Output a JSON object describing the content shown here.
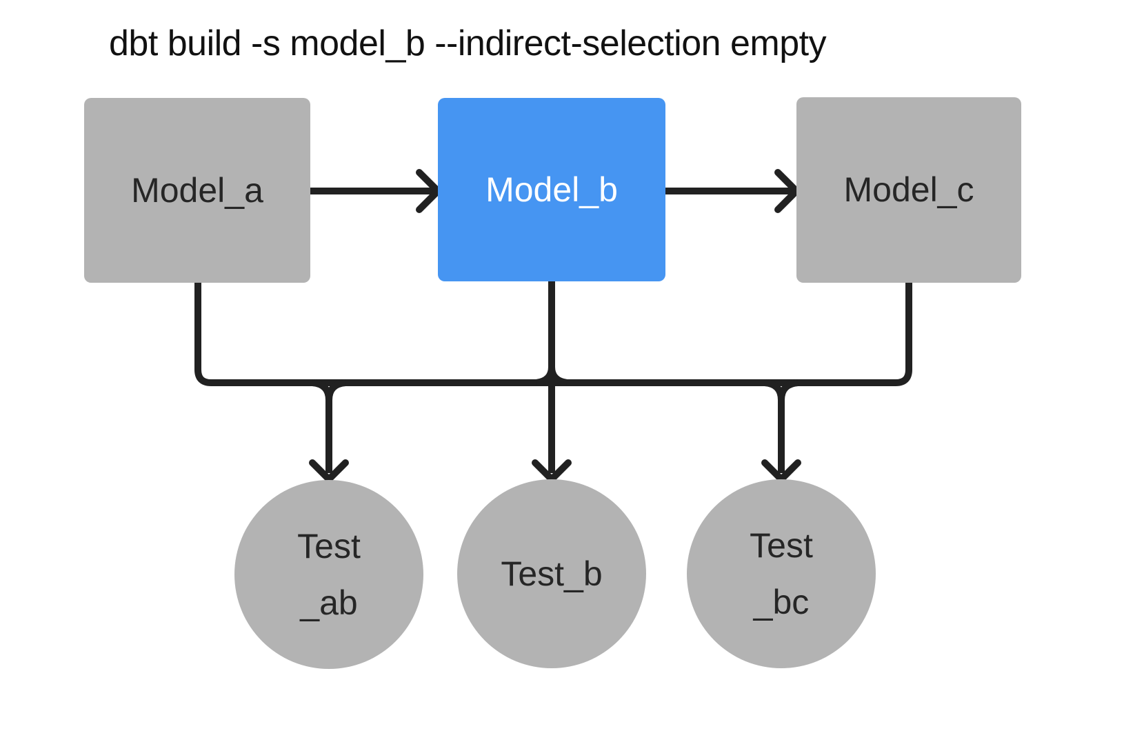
{
  "title": "dbt build -s model_b --indirect-selection empty",
  "colors": {
    "background": "#ffffff",
    "selected_node": "#4695f2",
    "unselected_node": "#b3b3b3",
    "edge": "#212121",
    "node_text": "#262626",
    "selected_text": "#ffffff"
  },
  "diagram": {
    "models": [
      {
        "id": "model_a",
        "label": "Model_a",
        "state": "unselected"
      },
      {
        "id": "model_b",
        "label": "Model_b",
        "state": "selected"
      },
      {
        "id": "model_c",
        "label": "Model_c",
        "state": "unselected"
      }
    ],
    "tests": [
      {
        "id": "test_ab",
        "lines": [
          "Test",
          "_ab"
        ],
        "state": "unselected"
      },
      {
        "id": "test_b",
        "lines": [
          "Test_b"
        ],
        "state": "unselected"
      },
      {
        "id": "test_bc",
        "lines": [
          "Test",
          "_bc"
        ],
        "state": "unselected"
      }
    ],
    "edges": [
      {
        "from": "model_a",
        "to": "model_b"
      },
      {
        "from": "model_b",
        "to": "model_c"
      },
      {
        "from": "model_a",
        "to": "test_ab"
      },
      {
        "from": "model_b",
        "to": "test_ab"
      },
      {
        "from": "model_b",
        "to": "test_b"
      },
      {
        "from": "model_b",
        "to": "test_bc"
      },
      {
        "from": "model_c",
        "to": "test_bc"
      }
    ]
  }
}
